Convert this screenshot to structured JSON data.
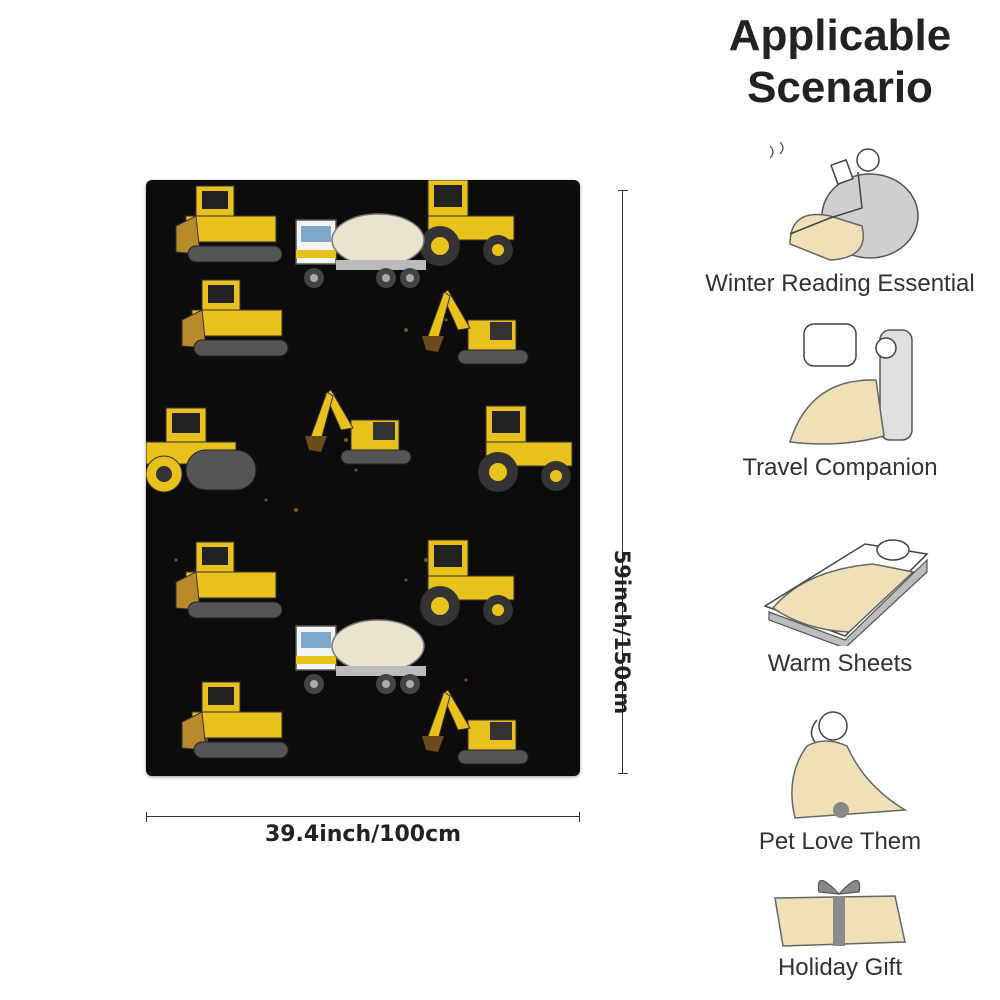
{
  "title": "Applicable Scenario",
  "dimensions": {
    "width_label": "39.4inch/100cm",
    "height_label": "59inch/150cm"
  },
  "scenarios": [
    {
      "label": "Winter Reading Essential",
      "icon": "reading-person-icon"
    },
    {
      "label": "Travel Companion",
      "icon": "airplane-seat-icon"
    },
    {
      "label": "Warm Sheets",
      "icon": "bed-icon"
    },
    {
      "label": "Pet Love Them",
      "icon": "dog-icon"
    },
    {
      "label": "Holiday Gift",
      "icon": "gift-box-icon"
    }
  ],
  "colors": {
    "blanket_bg": "#0d0c0a",
    "machine_yellow": "#e8c11a",
    "blanket_tone": "#efe0b8"
  }
}
